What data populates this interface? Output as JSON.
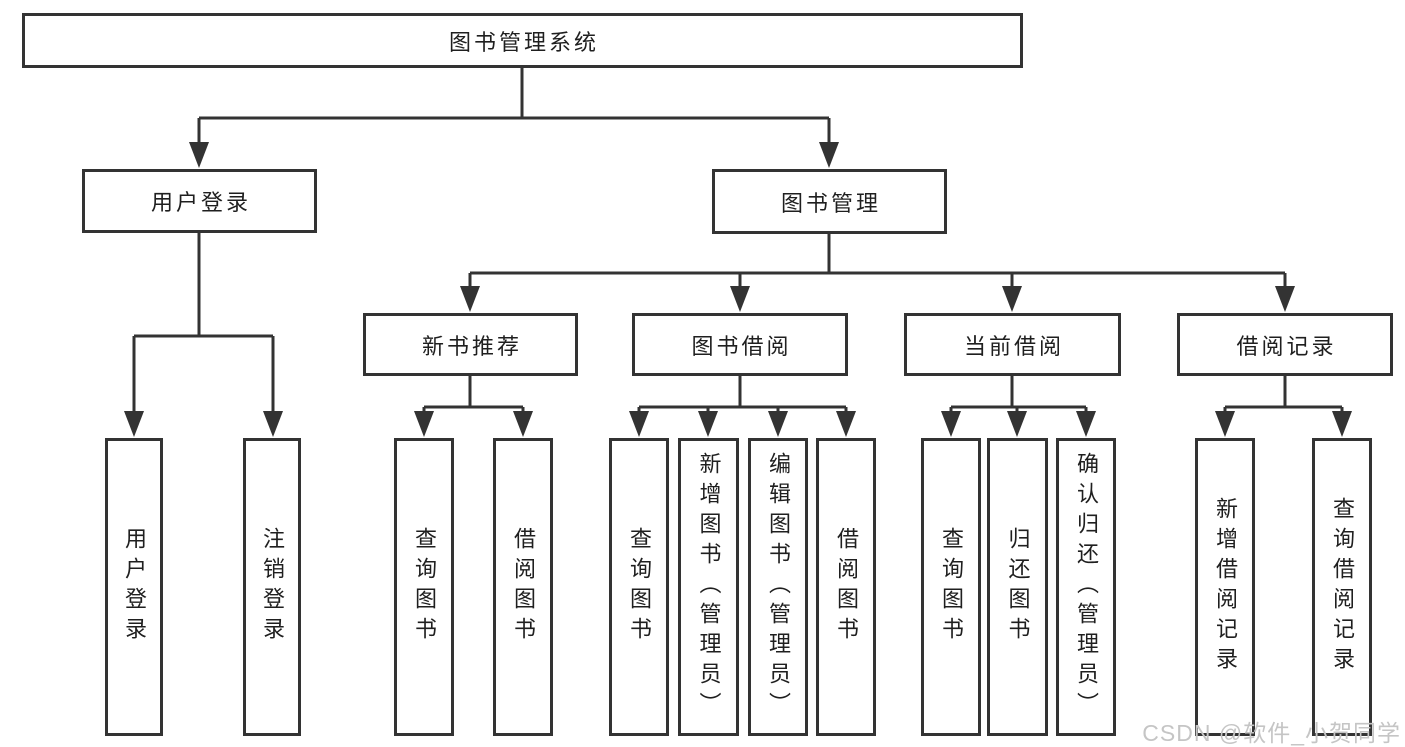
{
  "diagram_title": "图书管理系统",
  "tree": {
    "label": "图书管理系统",
    "children": [
      {
        "label": "用户登录",
        "children": [
          {
            "label": "用户登录"
          },
          {
            "label": "注销登录"
          }
        ]
      },
      {
        "label": "图书管理",
        "children": [
          {
            "label": "新书推荐",
            "children": [
              {
                "label": "查询图书"
              },
              {
                "label": "借阅图书"
              }
            ]
          },
          {
            "label": "图书借阅",
            "children": [
              {
                "label": "查询图书"
              },
              {
                "label": "新增图书（管理员）"
              },
              {
                "label": "编辑图书（管理员）"
              },
              {
                "label": "借阅图书"
              }
            ]
          },
          {
            "label": "当前借阅",
            "children": [
              {
                "label": "查询图书"
              },
              {
                "label": "归还图书"
              },
              {
                "label": "确认归还（管理员）"
              }
            ]
          },
          {
            "label": "借阅记录",
            "children": [
              {
                "label": "新增借阅记录"
              },
              {
                "label": "查询借阅记录"
              }
            ]
          }
        ]
      }
    ]
  },
  "watermark": {
    "text": "CSDN @软件_小贺同学"
  },
  "colors": {
    "line": "#333333",
    "text": "#1f1f1f",
    "box-bg": "#ffffff",
    "watermark": "#c5c5c5",
    "background": "#ffffff"
  }
}
